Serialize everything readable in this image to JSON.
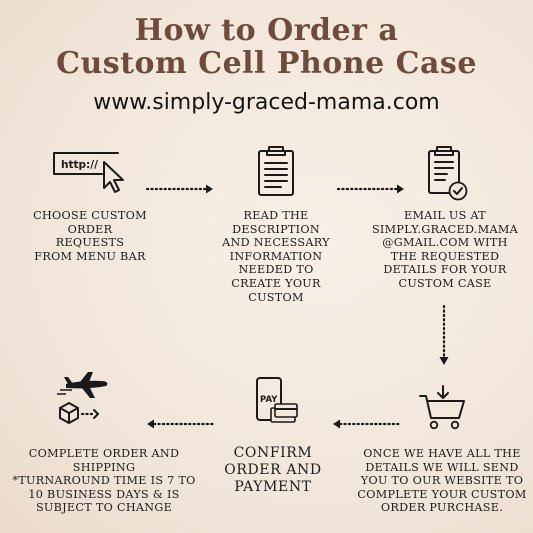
{
  "title": {
    "line1": "How to Order a",
    "line2": "Custom Cell Phone Case"
  },
  "website": "www.simply-graced-mama.com",
  "steps": [
    {
      "lines": [
        "Choose custom",
        "order",
        "requests",
        "from menu bar"
      ],
      "icon": "browser-cursor-icon",
      "icon_text": "http://"
    },
    {
      "lines": [
        "Read the",
        "description",
        "and necessary",
        "information",
        "needed to",
        "create your",
        "custom"
      ],
      "icon": "clipboard-icon"
    },
    {
      "lines": [
        "Email us at",
        "simply.graced.mama",
        "@gmail.com with",
        "the requested",
        "details for your",
        "custom case"
      ],
      "icon": "clipboard-check-icon"
    },
    {
      "lines": [
        "Once we have all the",
        "details we will send",
        "you to our website to",
        "complete your custom",
        "order purchase."
      ],
      "icon": "shopping-cart-icon"
    },
    {
      "lines": [
        "Confirm",
        "order and",
        "payment"
      ],
      "icon": "pay-phone-card-icon",
      "icon_text": "PAY"
    },
    {
      "lines": [
        "Complete order and",
        "shipping",
        "*Turnaround time is 7 to",
        "10 business days & is",
        "subject to change"
      ],
      "icon": "shipping-plane-box-icon"
    }
  ],
  "colors": {
    "title": "#6e4b3b",
    "ink": "#1a1a1a",
    "background": "#f3e7dc"
  }
}
